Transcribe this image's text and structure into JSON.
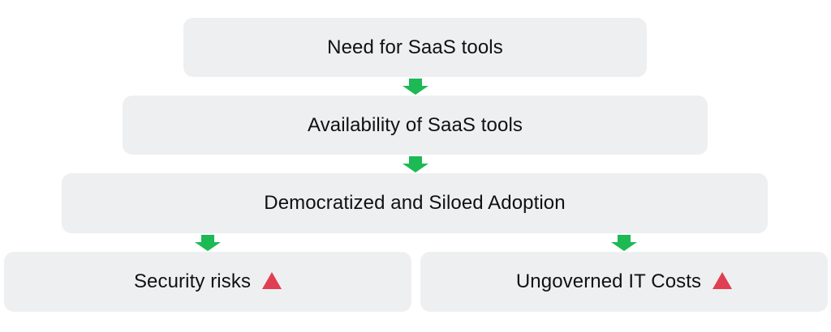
{
  "diagram": {
    "nodes": [
      {
        "id": "need",
        "label": "Need for SaaS tools",
        "warning": false
      },
      {
        "id": "availability",
        "label": "Availability of SaaS tools",
        "warning": false
      },
      {
        "id": "adoption",
        "label": "Democratized and Siloed Adoption",
        "warning": false
      },
      {
        "id": "security",
        "label": "Security risks",
        "warning": true
      },
      {
        "id": "costs",
        "label": "Ungoverned IT Costs",
        "warning": true
      }
    ],
    "edges": [
      {
        "from": "need",
        "to": "availability"
      },
      {
        "from": "availability",
        "to": "adoption"
      },
      {
        "from": "adoption",
        "to": "security"
      },
      {
        "from": "adoption",
        "to": "costs"
      }
    ]
  },
  "colors": {
    "box_background": "#eeeff1",
    "arrow": "#1db954",
    "warning_icon": "#e03e52",
    "text": "#111111"
  },
  "icons": {
    "arrow": "arrow-down-icon",
    "warning": "warning-triangle-icon"
  }
}
